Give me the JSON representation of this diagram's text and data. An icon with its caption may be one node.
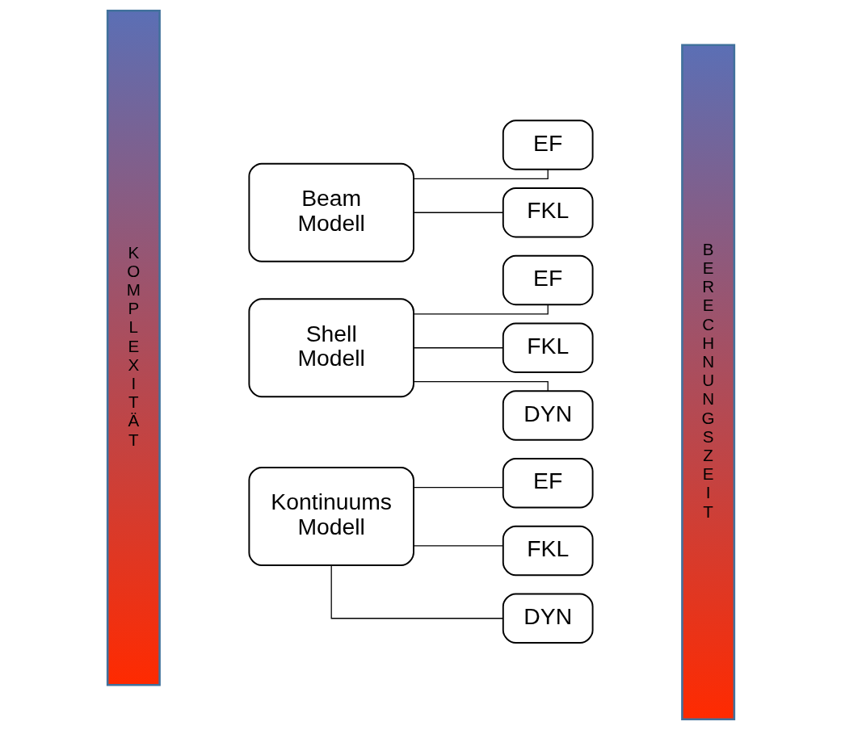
{
  "diagram": {
    "nodes": [
      {
        "text": [
          "K O M P L E X I T Ä T"
        ]
      },
      {
        "text": [
          "Beam Modell"
        ]
      },
      {
        "text": [
          "EF"
        ]
      },
      {
        "text": [
          "FKL"
        ]
      },
      {
        "text": [
          "Shell Modell"
        ]
      },
      {
        "text": [
          "EF"
        ]
      },
      {
        "text": [
          "FKL"
        ]
      },
      {
        "text": [
          "DYN"
        ]
      },
      {
        "text": [
          "Kontinuums Modell"
        ]
      },
      {
        "text": [
          "EF"
        ]
      },
      {
        "text": [
          "FKL"
        ]
      },
      {
        "text": [
          "DYN"
        ]
      },
      {
        "text": [
          "B E R E C H N U N G S Z E I T"
        ]
      }
    ],
    "edges": [
      {
        "from": 1,
        "to": 2,
        "arrow": "none"
      },
      {
        "from": 1,
        "to": 3,
        "arrow": "none"
      },
      {
        "from": 4,
        "to": 5,
        "arrow": "none"
      },
      {
        "from": 4,
        "to": 6,
        "arrow": "none"
      },
      {
        "from": 4,
        "to": 7,
        "arrow": "none"
      },
      {
        "from": 8,
        "to": 9,
        "arrow": "none"
      },
      {
        "from": 8,
        "to": 10,
        "arrow": "none"
      },
      {
        "from": 8,
        "to": 11,
        "arrow": "none"
      }
    ]
  }
}
